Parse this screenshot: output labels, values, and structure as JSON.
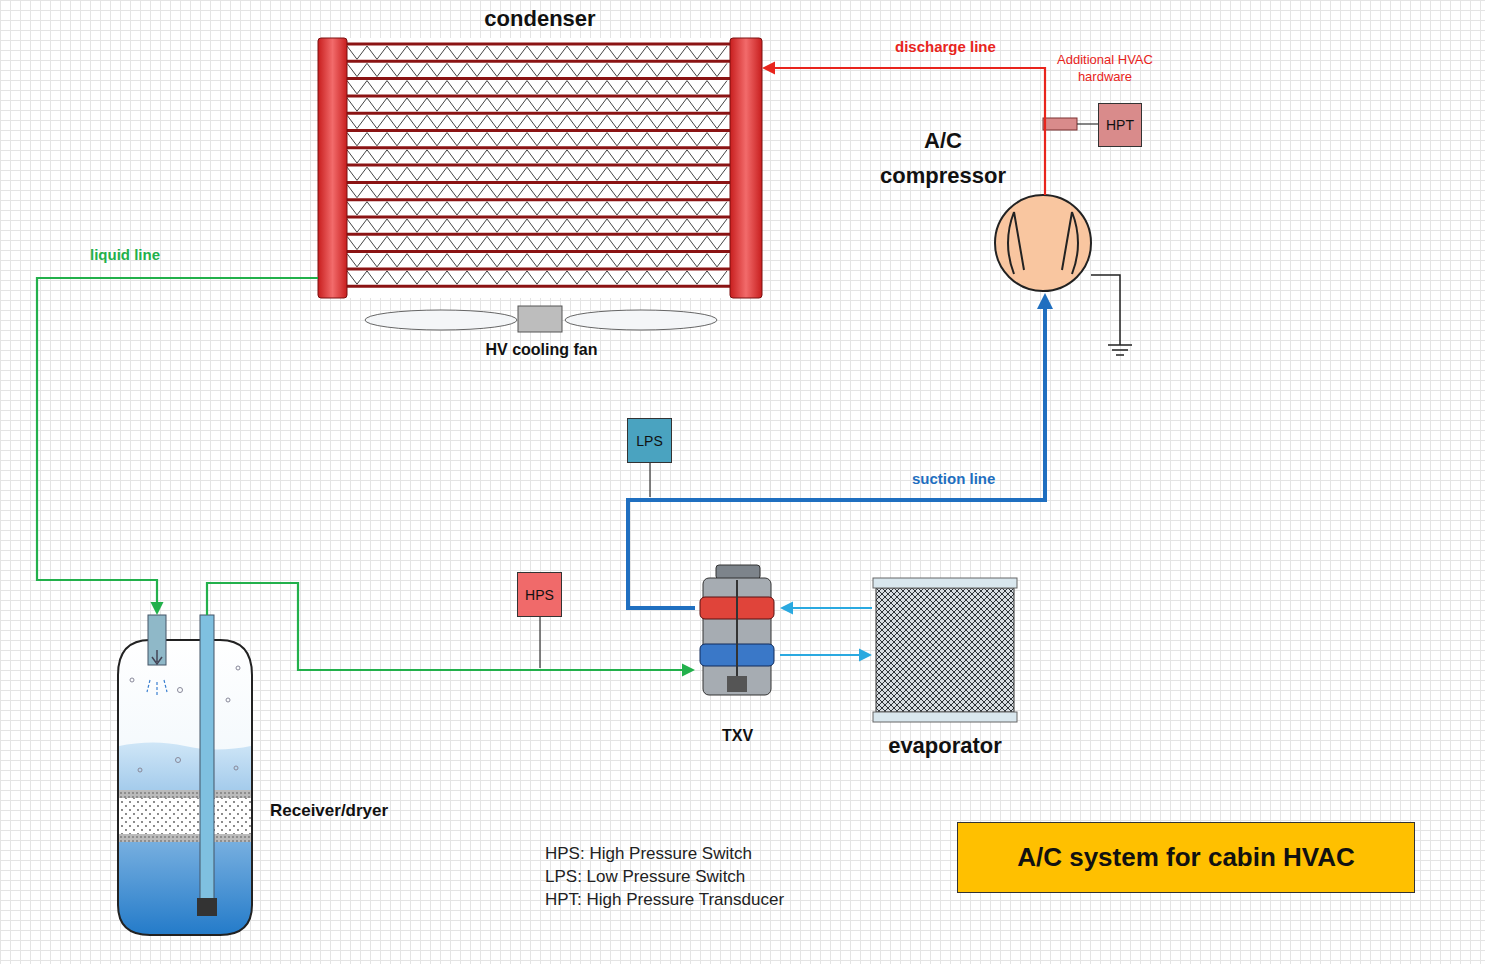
{
  "diagram": {
    "title": "A/C system for cabin HVAC",
    "nodes": [
      {
        "text": [
          "condenser"
        ]
      },
      {
        "text": [
          "HPT"
        ]
      },
      {
        "text": [
          "A/C compressor"
        ]
      },
      {
        "text": [
          "HV cooling fan"
        ]
      },
      {
        "text": [
          "LPS"
        ]
      },
      {
        "text": [
          "HPS"
        ]
      },
      {
        "text": [
          "TXV"
        ]
      },
      {
        "text": [
          "evaporator"
        ]
      },
      {
        "text": [
          "Receiver/dryer"
        ]
      }
    ],
    "edges": [
      {
        "from": 2,
        "to": 0,
        "arrow": "to",
        "label": "discharge line"
      },
      {
        "from": 0,
        "to": 8,
        "arrow": "to",
        "label": "liquid line"
      },
      {
        "from": 8,
        "to": 6,
        "arrow": "to"
      },
      {
        "from": 6,
        "to": 7,
        "arrow": "to"
      },
      {
        "from": 7,
        "to": 6,
        "arrow": "to"
      },
      {
        "from": 6,
        "to": 2,
        "arrow": "to",
        "label": "suction line"
      }
    ],
    "labels": [
      "Additional HVAC hardware",
      "HPS: High Pressure Switch",
      "LPS: Low Pressure Switch",
      "HPT: High Pressure Transducer"
    ]
  }
}
